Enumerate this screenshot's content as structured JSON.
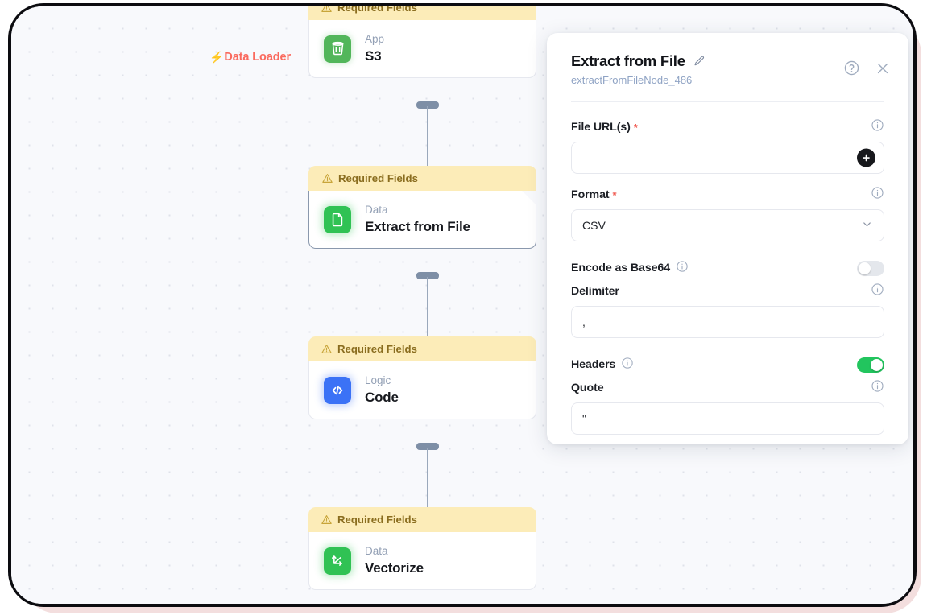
{
  "canvas": {
    "group_label": {
      "text": "Data Loader",
      "icon": "lightning-bolt-icon",
      "color": "#fa6a5e"
    },
    "banner_text": "Required Fields",
    "nodes": [
      {
        "kind": "App",
        "title": "S3",
        "icon": "s3-bucket-icon",
        "selected": false
      },
      {
        "kind": "Data",
        "title": "Extract from File",
        "icon": "document-icon",
        "selected": true
      },
      {
        "kind": "Logic",
        "title": "Code",
        "icon": "code-brackets-icon",
        "selected": false
      },
      {
        "kind": "Data",
        "title": "Vectorize",
        "icon": "vector-axes-icon",
        "selected": false
      }
    ]
  },
  "panel": {
    "title": "Extract from File",
    "subtitle": "extractFromFileNode_486",
    "edit_icon": "pencil-icon",
    "help_icon": "question-circle-icon",
    "close_icon": "close-icon",
    "fields": {
      "file_urls": {
        "label": "File URL(s)",
        "required": true,
        "value": "",
        "add_button": "add-icon"
      },
      "format": {
        "label": "Format",
        "required": true,
        "value": "CSV",
        "options": [
          "CSV"
        ]
      },
      "encode_base64": {
        "label": "Encode as Base64",
        "state": "off"
      },
      "delimiter": {
        "label": "Delimiter",
        "value": ","
      },
      "headers": {
        "label": "Headers",
        "state": "on"
      },
      "quote": {
        "label": "Quote",
        "value": "\""
      }
    }
  }
}
